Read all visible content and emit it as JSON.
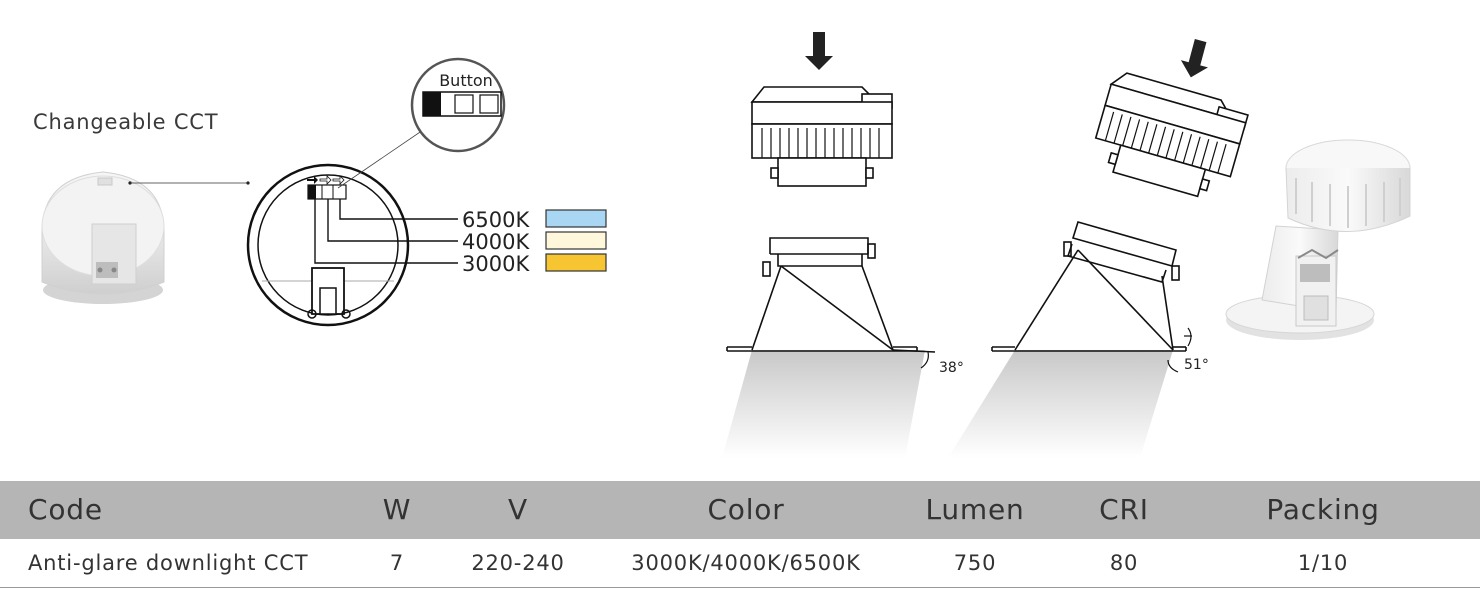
{
  "diagram": {
    "changeable_label": "Changeable CCT",
    "button_label": "Button",
    "cct_options": [
      {
        "label": "6500K",
        "color": "#a9d6f2"
      },
      {
        "label": "4000K",
        "color": "#fff7dc"
      },
      {
        "label": "3000K",
        "color": "#f7c531"
      }
    ],
    "angles": {
      "left": "38°",
      "right": "51°"
    }
  },
  "table": {
    "headers": [
      "Code",
      "W",
      "V",
      "Color",
      "Lumen",
      "CRI",
      "Packing"
    ],
    "row": [
      "Anti-glare downlight CCT",
      "7",
      "220-240",
      "3000K/4000K/6500K",
      "750",
      "80",
      "1/10"
    ]
  }
}
